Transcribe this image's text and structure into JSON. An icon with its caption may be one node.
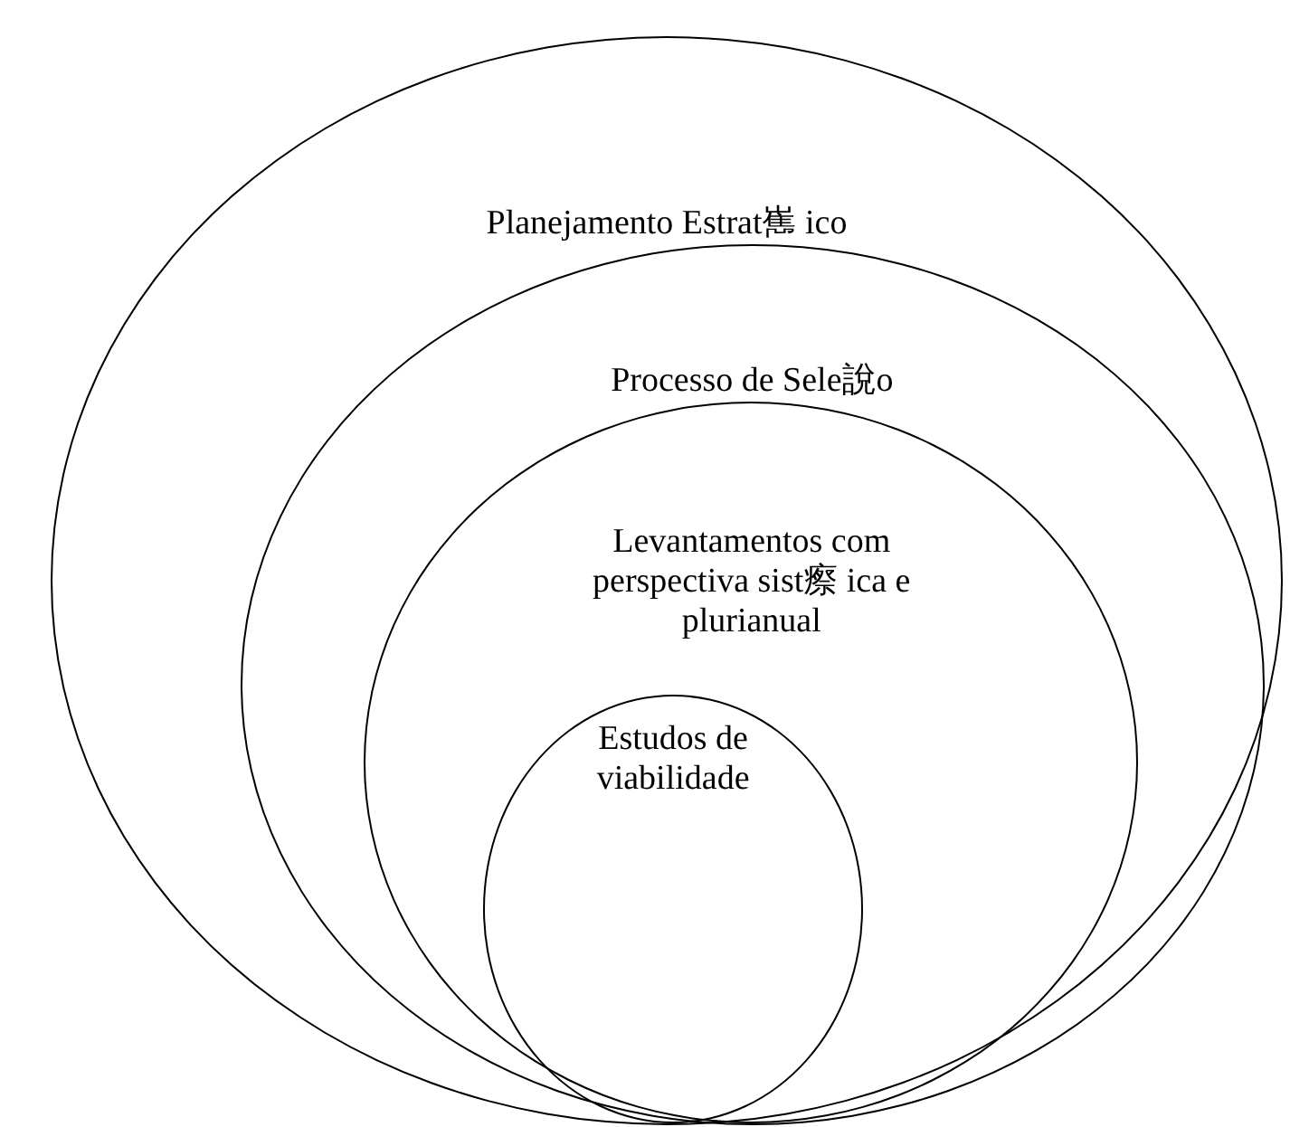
{
  "diagram": {
    "nodes": [
      {
        "text": [
          "Planejamento Estrat嶲 ico"
        ]
      },
      {
        "text": [
          "Processo de Sele說o"
        ],
        "in": 0
      },
      {
        "text": [
          "Levantamentos com perspectiva sist瘵 ica e plurianual"
        ],
        "in": 1
      },
      {
        "text": [
          "Estudos de viabilidade"
        ],
        "in": 2
      }
    ]
  }
}
